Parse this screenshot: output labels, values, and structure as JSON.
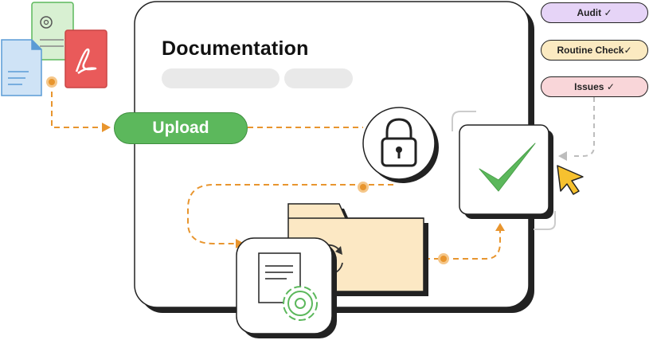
{
  "title": "Documentation",
  "upload_label": "Upload",
  "tags": {
    "audit": "Audit ✓",
    "routine": "Routine Check✓",
    "issues": "Issues ✓"
  },
  "colors": {
    "accent_orange": "#e8952e",
    "green": "#5cb85c",
    "folder": "#fce8c4",
    "tag_purple": "#e6d4f7",
    "tag_yellow": "#fbeac1",
    "tag_pink": "#f9d6d9"
  },
  "icons": [
    "gear-document-icon",
    "pdf-icon",
    "text-document-icon",
    "lock-icon",
    "folder-sync-icon",
    "document-gear-icon",
    "checkmark-icon",
    "cursor-icon"
  ]
}
